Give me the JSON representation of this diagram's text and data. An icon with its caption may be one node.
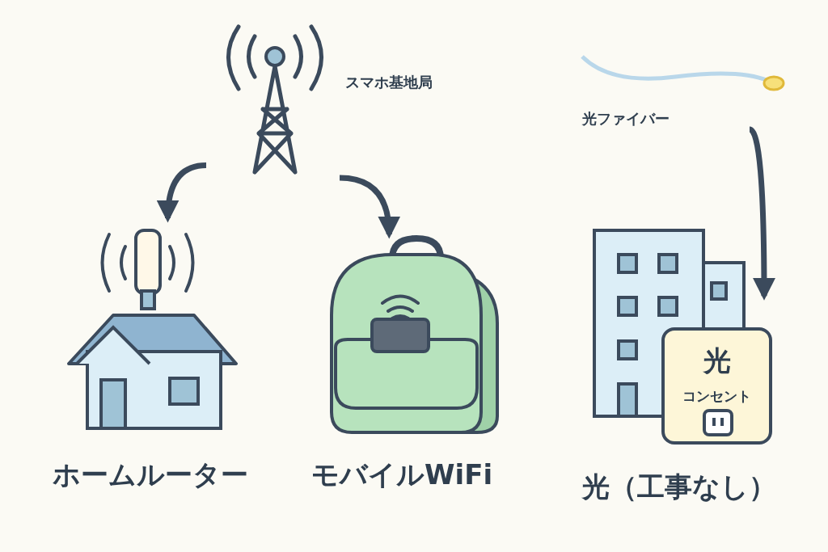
{
  "diagram": {
    "nodes": [
      {
        "text": [
          "スマホ基地局"
        ]
      },
      {
        "text": [
          "ホームルーター"
        ]
      },
      {
        "text": [
          "モバイルWiFi"
        ]
      },
      {
        "text": [
          "光ファイバー"
        ]
      },
      {
        "text": [
          "光（工事なし）"
        ]
      },
      {
        "text": [
          "光",
          "コンセント"
        ]
      }
    ],
    "edges": [
      {
        "from": 0,
        "to": 1,
        "arrow": "to"
      },
      {
        "from": 0,
        "to": 2,
        "arrow": "to"
      },
      {
        "from": 3,
        "to": 4,
        "arrow": "to"
      }
    ]
  }
}
